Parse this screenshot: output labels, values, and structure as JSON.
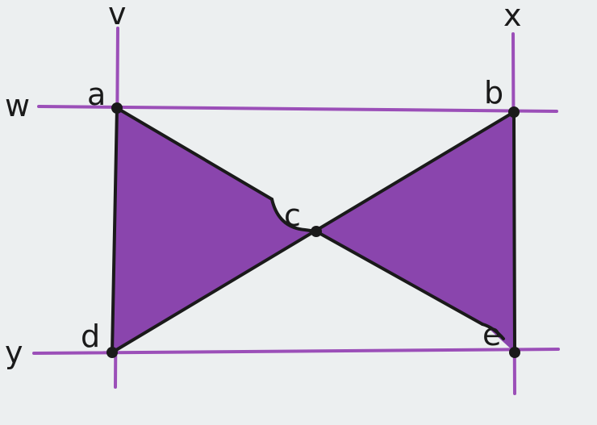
{
  "colors": {
    "background": "#eceff0",
    "line": "#9b4fb8",
    "fill": "#8a45ad",
    "outline": "#1a1a1a"
  },
  "line_labels": {
    "v": "v",
    "x": "x",
    "w": "w",
    "y": "y"
  },
  "point_labels": {
    "a": "a",
    "b": "b",
    "c": "c",
    "d": "d",
    "e": "e"
  }
}
